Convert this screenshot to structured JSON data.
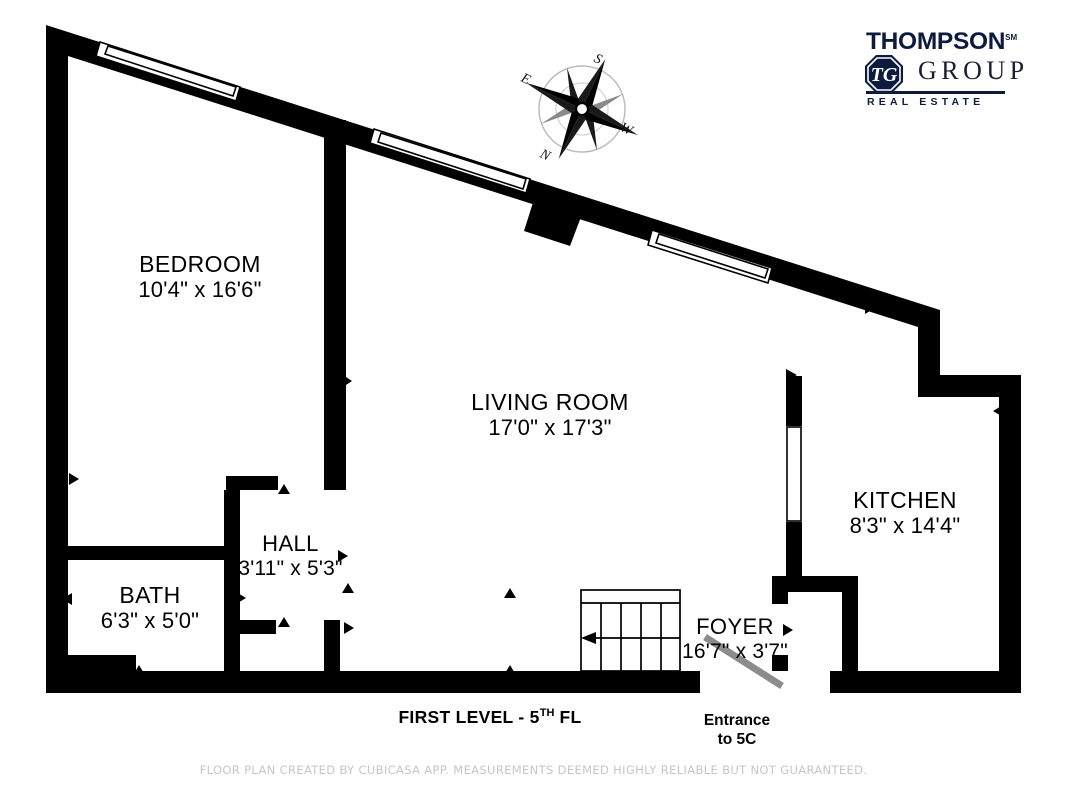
{
  "document": {
    "type": "floor-plan",
    "level_caption_prefix": "FIRST LEVEL - 5",
    "level_caption_sup": "TH",
    "level_caption_suffix": " FL",
    "disclaimer": "FLOOR PLAN CREATED BY CUBICASA APP. MEASUREMENTS DEEMED HIGHLY RELIABLE BUT NOT GUARANTEED."
  },
  "brand": {
    "name": "THOMPSON",
    "tm": "SM",
    "group": "GROUP",
    "tagline": "REAL ESTATE",
    "badge_text": "TG",
    "navy": "#0d1b3e"
  },
  "compass": {
    "north": "N",
    "south": "S",
    "east": "E",
    "west": "W"
  },
  "rooms": [
    {
      "key": "bedroom",
      "name": "BEDROOM",
      "dimensions": "10'4\" x 16'6\""
    },
    {
      "key": "living",
      "name": "LIVING ROOM",
      "dimensions": "17'0\" x 17'3\""
    },
    {
      "key": "kitchen",
      "name": "KITCHEN",
      "dimensions": "8'3\" x 14'4\""
    },
    {
      "key": "hall",
      "name": "HALL",
      "dimensions": "3'11\" x 5'3\""
    },
    {
      "key": "bath",
      "name": "BATH",
      "dimensions": "6'3\" x 5'0\""
    },
    {
      "key": "foyer",
      "name": "FOYER",
      "dimensions": "16'7\" x 3'7\""
    }
  ],
  "entrance": {
    "line1": "Entrance",
    "line2": "to 5C"
  },
  "colors": {
    "wall": "#000000",
    "background": "#ffffff",
    "door_swing": "#8c8c8c",
    "disclaimer_text": "#c6c6c6"
  }
}
